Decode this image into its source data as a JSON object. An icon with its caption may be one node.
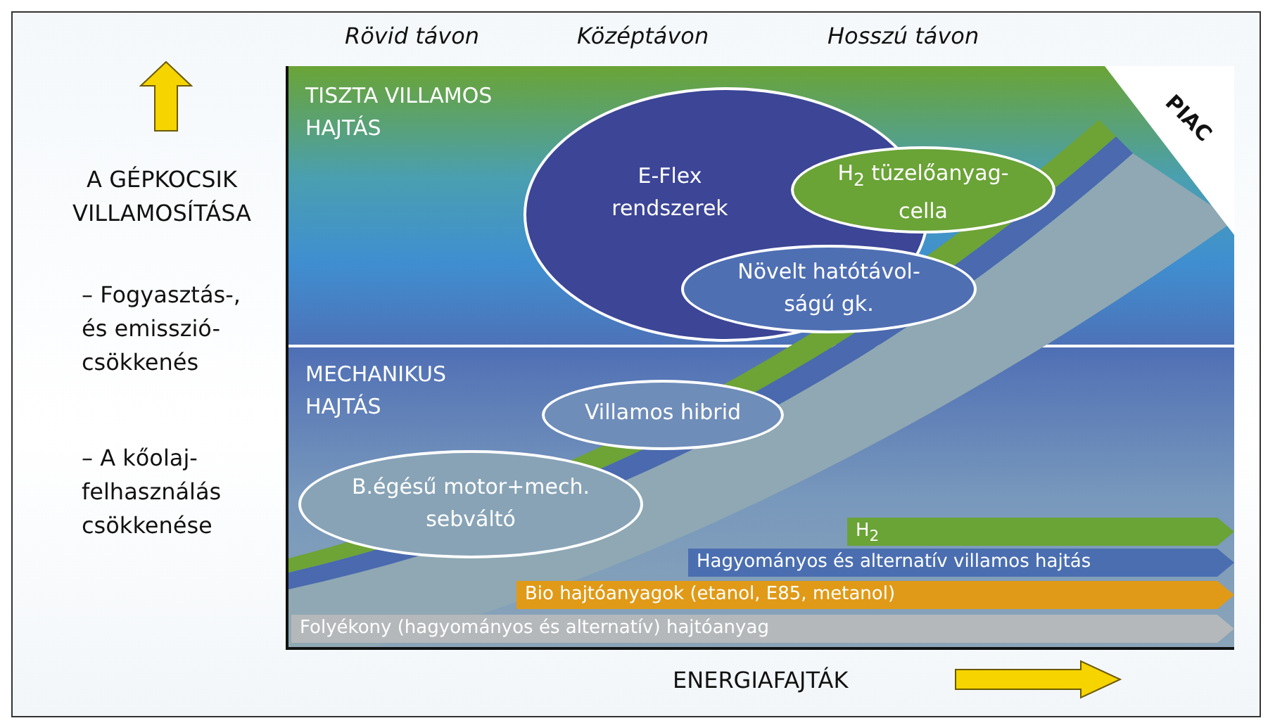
{
  "diagram": {
    "nodes": [
      {
        "text": [
          "TISZTA VILLAMOS HAJTÁS"
        ]
      },
      {
        "text": [
          "E-Flex rendszerek"
        ],
        "in": 0
      },
      {
        "text": [
          "H$_{2}$ tüzelőanyag- cella"
        ],
        "in": 0
      },
      {
        "text": [
          "Növelt hatótávol- ságú gk."
        ],
        "in": 0
      },
      {
        "text": [
          "MECHANIKUS HAJTÁS"
        ]
      },
      {
        "text": [
          "Villamos hibrid"
        ],
        "in": 4
      },
      {
        "text": [
          "B.égésű motor+mech. sebváltó"
        ],
        "in": 4
      },
      {
        "text": [
          "PIAC"
        ],
        "in": 0
      },
      {
        "text": [
          "H$_{2}$"
        ],
        "in": 4
      },
      {
        "text": [
          "Hagyományos és alternatív villamos hajtás"
        ],
        "in": 4
      },
      {
        "text": [
          "Bio hajtóanyagok (etanol, E85, metanol)"
        ],
        "in": 4
      },
      {
        "text": [
          "Folyékony (hagyományos és alternatív) hajtóanyag"
        ],
        "in": 4
      }
    ],
    "edges": [],
    "labels": [
      "Rövid távon",
      "Középtávon",
      "Hosszú távon",
      "A GÉPKOCSIK VILLAMOSÍTÁSA",
      "– Fogyasztás-, és emisszió- csökkenés",
      "– A kőolaj- felhasználás csökkenése",
      "ENERGIAFAJTÁK"
    ]
  }
}
